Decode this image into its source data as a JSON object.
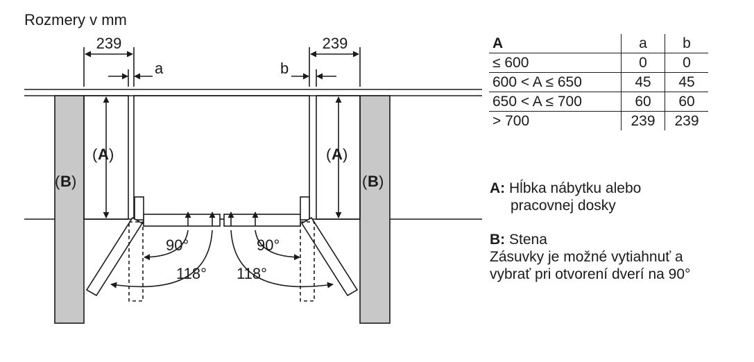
{
  "title": "Rozmery v mm",
  "dimensions": {
    "left_width": "239",
    "right_width": "239",
    "gap_left": "a",
    "gap_right": "b",
    "depth_label_left": "A",
    "depth_label_right": "A",
    "wall_label_left": "B",
    "wall_label_right": "B",
    "angle_small_left": "90°",
    "angle_small_right": "90°",
    "angle_large_left": "118°",
    "angle_large_right": "118°"
  },
  "table": {
    "headers": [
      "A",
      "a",
      "b"
    ],
    "rows": [
      [
        "≤ 600",
        "0",
        "0"
      ],
      [
        "600 < A ≤ 650",
        "45",
        "45"
      ],
      [
        "650 < A ≤ 700",
        "60",
        "60"
      ],
      [
        "> 700",
        "239",
        "239"
      ]
    ]
  },
  "legend": {
    "a_key": "A:",
    "a_line1": "Hĺbka nábytku alebo",
    "a_line2": "pracovnej dosky",
    "b_key": "B:",
    "b_line1": "Stena",
    "b_line2": "Zásuvky je možné vytiahnuť a",
    "b_line3": "vybrať pri otvorení dverí na 90°"
  },
  "colors": {
    "line": "#1a1a1a",
    "wall_fill": "#c8c8c8"
  }
}
